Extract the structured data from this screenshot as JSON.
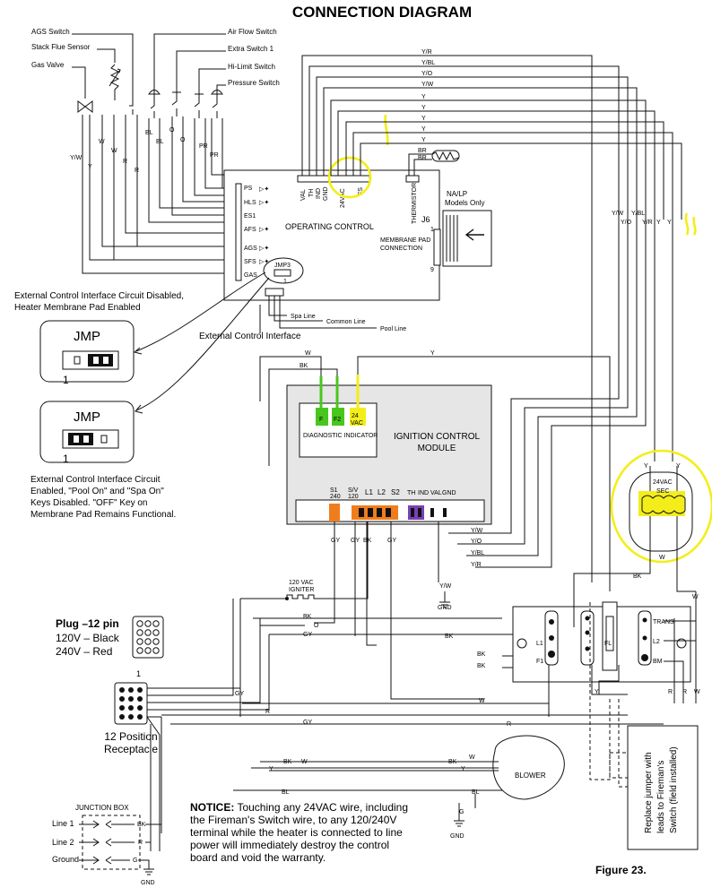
{
  "title": "CONNECTION DIAGRAM",
  "figure": "Figure 23.",
  "colors": {
    "yellow": "#f3ee1a",
    "green": "#49c61e",
    "orange": "#f07d1c",
    "purple": "#7a3fb5",
    "wire": "#111111"
  },
  "switches": {
    "ags": "AGS Switch",
    "stack": "Stack Flue Sensor",
    "gas": "Gas Valve",
    "airflow": "Air Flow Switch",
    "extra": "Extra Switch 1",
    "hilimit": "Hi-Limit Switch",
    "pressure": "Pressure Switch"
  },
  "operating_control": {
    "title": "OPERATING CONTROL",
    "left_pins": [
      "PS",
      "HLS",
      "ES1",
      "AFS",
      "AGS",
      "SFS",
      "GAS"
    ],
    "top_pins": [
      "VAL",
      "TH",
      "IND",
      "GND",
      "24VAC",
      "FS"
    ],
    "thermistor": "THERMISTOR",
    "jmp3": "JMP3",
    "jmp3_pin": "1",
    "j6": "J6",
    "j6_pin1": "1",
    "j6_pin9": "9",
    "membrane": "MEMBRANE PAD CONNECTION",
    "nalp": "NA/LP Models Only",
    "br": "BR"
  },
  "top_wires": [
    "Y/R",
    "Y/BL",
    "Y/O",
    "Y/W",
    "Y",
    "Y",
    "Y",
    "Y",
    "Y"
  ],
  "right_wires": [
    "Y/W",
    "Y/O",
    "Y/BL",
    "Y/R",
    "Y",
    "Y"
  ],
  "left_wires": [
    "Y/W",
    "Y",
    "W",
    "W",
    "R",
    "R",
    "BL",
    "BL",
    "O",
    "O",
    "PR",
    "PR"
  ],
  "jmp_boxes": {
    "label": "JMP",
    "pin": "1",
    "disabled_caption": "External Control Interface Circuit Disabled, Heater Membrane Pad Enabled",
    "enabled_caption": "External Control Interface Circuit Enabled, \"Pool On\" and \"Spa On\" Keys Disabled. \"OFF\" Key on Membrane Pad Remains Functional."
  },
  "external_interface": {
    "label": "External Control Interface",
    "spa": "Spa Line",
    "common": "Common Line",
    "pool": "Pool Line"
  },
  "ignition": {
    "title": "IGNITION CONTROL MODULE",
    "diag": "DIAGNOSTIC INDICATOR",
    "top_pins": [
      "F",
      "F2",
      "24VAC"
    ],
    "bottom_pins": [
      "S1 240",
      "S/V 120",
      "L1",
      "L2",
      "S2",
      "TH",
      "IND",
      "VAL",
      "GND"
    ],
    "bottom_wires": [
      "GY",
      "GY",
      "BK",
      "GY"
    ],
    "right_wires": [
      "Y/W",
      "Y/O",
      "Y/BL",
      "Y/R"
    ],
    "top_wires": {
      "w": "W",
      "bk": "BK",
      "y": "Y"
    }
  },
  "igniter": {
    "label": "120 VAC IGNITER",
    "yw": "Y/W",
    "gnd": "GND"
  },
  "plug": {
    "title": "Plug –12 pin",
    "v120": "120V – Black",
    "v240": "240V – Red",
    "pin": "1"
  },
  "receptacle": {
    "label": "12 Position Receptacle"
  },
  "transformer": {
    "v": "24VAC",
    "sec": "SEC",
    "y1": "Y",
    "y2": "Y",
    "w": "W",
    "bk": "BK"
  },
  "terminal": {
    "trans": "TRANS",
    "l1": "L1",
    "l2": "L2",
    "f1": "F1",
    "bm": "BM",
    "fl": "FL"
  },
  "mid_wires": [
    "BK",
    "O",
    "GY",
    "BK",
    "BK",
    "BK",
    "W",
    "R",
    "GY",
    "Y",
    "R",
    "R",
    "W",
    "Y"
  ],
  "blower": {
    "label": "BLOWER",
    "bk": "BK",
    "w": "W",
    "y": "Y",
    "bl": "BL",
    "g": "G",
    "gnd": "GND"
  },
  "junction": {
    "title": "JUNCTION BOX",
    "line1": "Line 1",
    "line2": "Line 2",
    "ground": "Ground",
    "bk": "BK",
    "r": "R",
    "g": "G",
    "gnd": "GND"
  },
  "notice": {
    "lead": "NOTICE:",
    "text": "Touching any 24VAC wire, including the Fireman's Switch wire, to any 120/240V terminal while the heater is connected to line power will immediately destroy the control board and void the warranty."
  },
  "fireman": "Replace jumper with leads to Fireman's Switch (field installed)"
}
